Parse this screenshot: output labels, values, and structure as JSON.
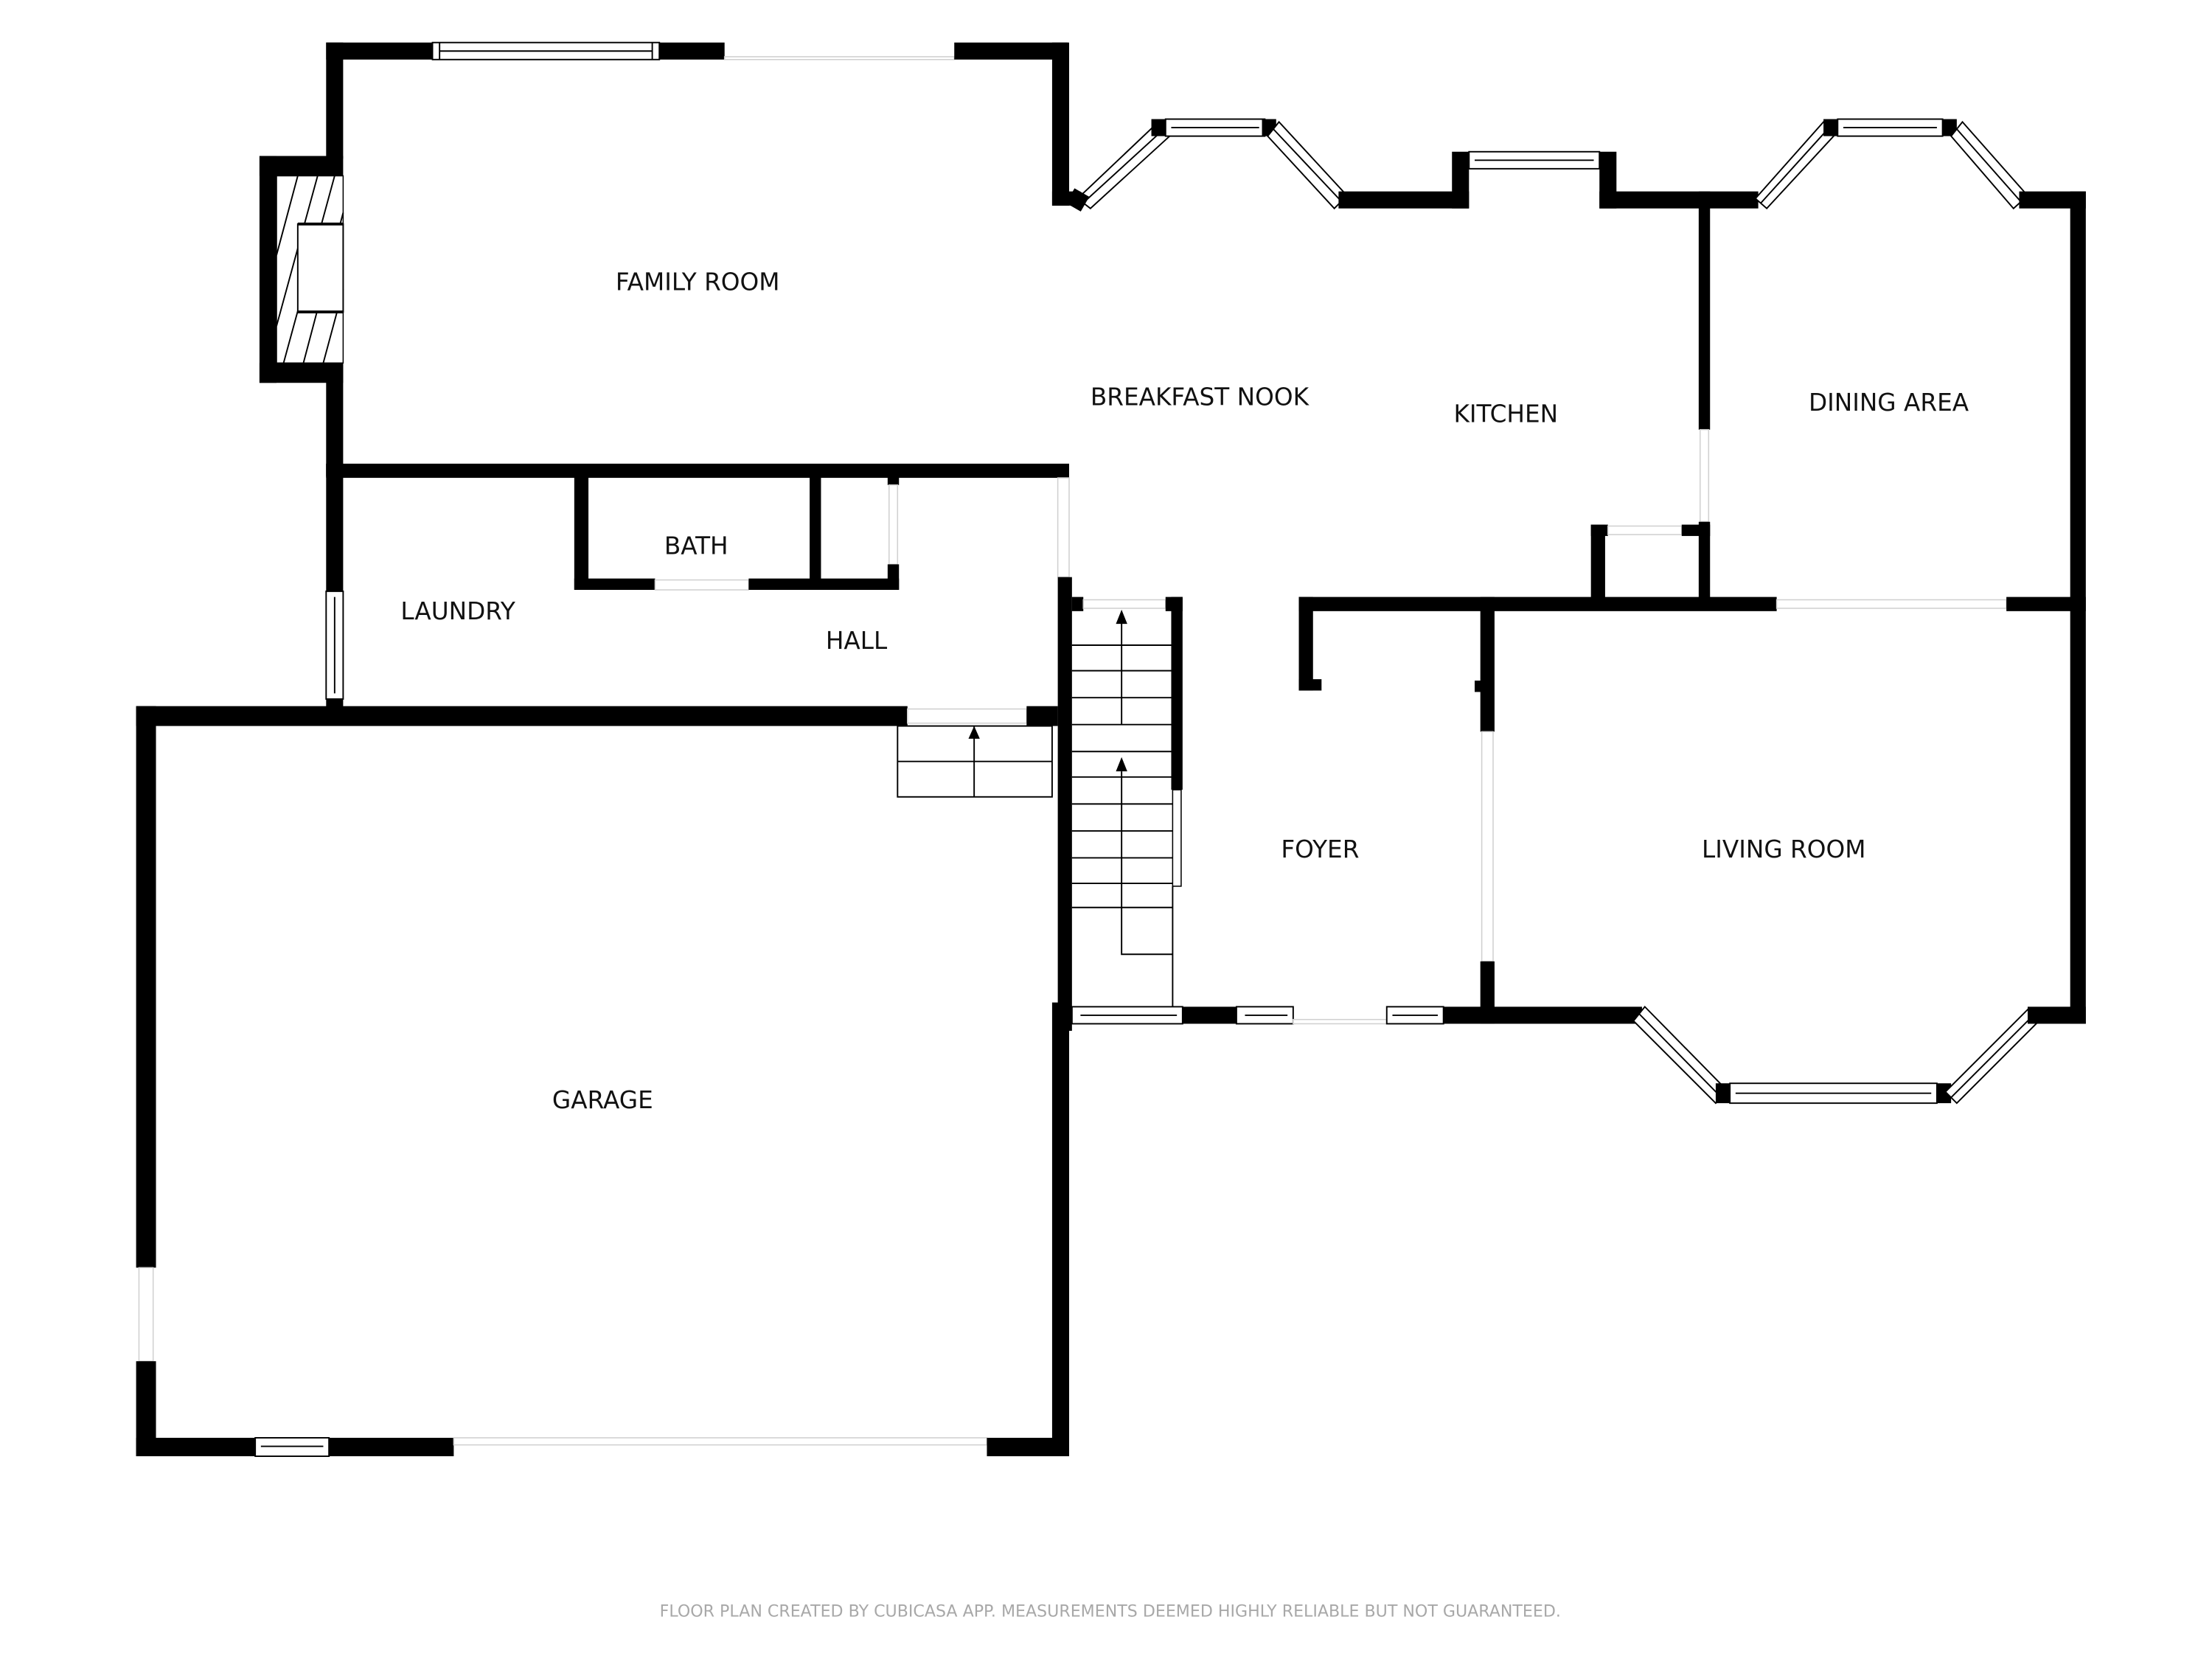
{
  "plan": {
    "type": "floor-plan",
    "wall_color": "#000000",
    "background": "#ffffff",
    "rooms": {
      "family_room": "FAMILY ROOM",
      "breakfast_nook": "BREAKFAST NOOK",
      "kitchen": "KITCHEN",
      "dining_area": "DINING AREA",
      "bath": "BATH",
      "laundry": "LAUNDRY",
      "hall": "HALL",
      "foyer": "FOYER",
      "living_room": "LIVING ROOM",
      "garage": "GARAGE"
    },
    "features": {
      "fireplace": "fireplace",
      "stairs_main": "stairs-up",
      "stairs_garage": "stairs-up"
    }
  },
  "footer": {
    "disclaimer": "FLOOR PLAN CREATED BY CUBICASA APP. MEASUREMENTS DEEMED HIGHLY RELIABLE BUT NOT GUARANTEED.",
    "color": "#a8a8a8"
  }
}
